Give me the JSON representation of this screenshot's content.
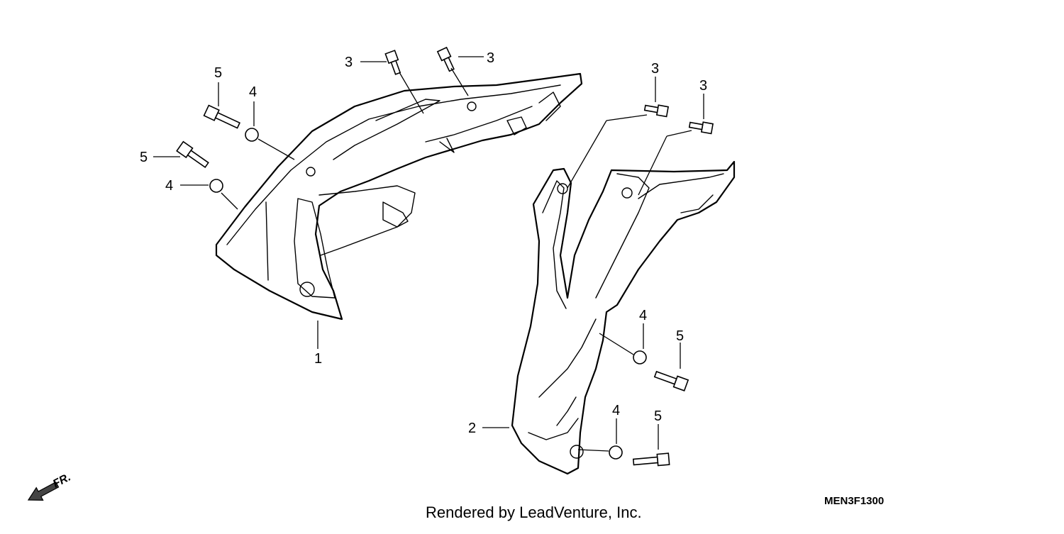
{
  "callouts": {
    "part1": "1",
    "part2": "2",
    "c3a": "3",
    "c3b": "3",
    "c3c": "3",
    "c3d": "3",
    "c4a": "4",
    "c4b": "4",
    "c4c": "4",
    "c4d": "4",
    "c5a": "5",
    "c5b": "5",
    "c5c": "5",
    "c5d": "5"
  },
  "direction": {
    "label": "FR.",
    "icon": "front-arrow-icon"
  },
  "diagram_code": "MEN3F1300",
  "footer": {
    "credit": "Rendered by LeadVenture, Inc."
  },
  "colors": {
    "line": "#000000",
    "background": "#ffffff"
  }
}
